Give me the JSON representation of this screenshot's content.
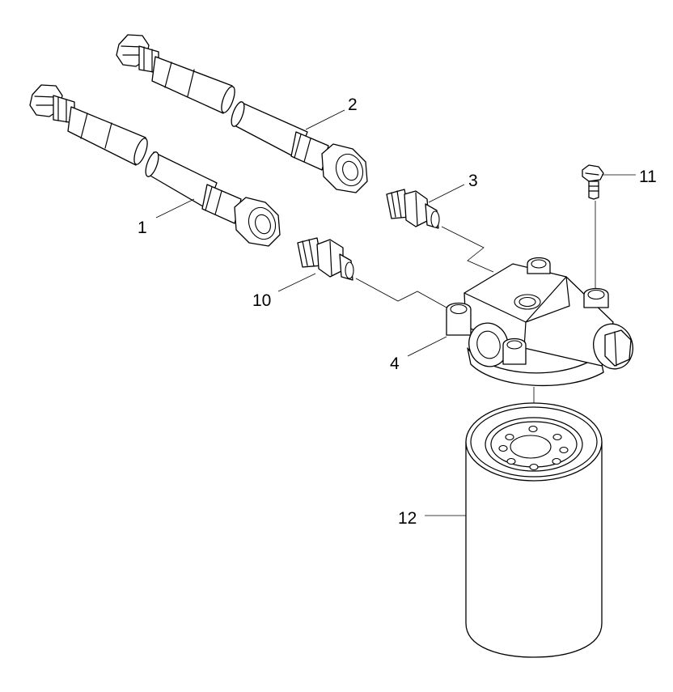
{
  "colors": {
    "line": "#000000",
    "background": "#ffffff"
  },
  "callouts": [
    {
      "id": "hose-1",
      "label": "1"
    },
    {
      "id": "hose-2",
      "label": "2"
    },
    {
      "id": "adapter-3",
      "label": "3"
    },
    {
      "id": "filter-head-4",
      "label": "4"
    },
    {
      "id": "adapter-10",
      "label": "10"
    },
    {
      "id": "bolt-11",
      "label": "11"
    },
    {
      "id": "filter-cartridge-12",
      "label": "12"
    }
  ]
}
